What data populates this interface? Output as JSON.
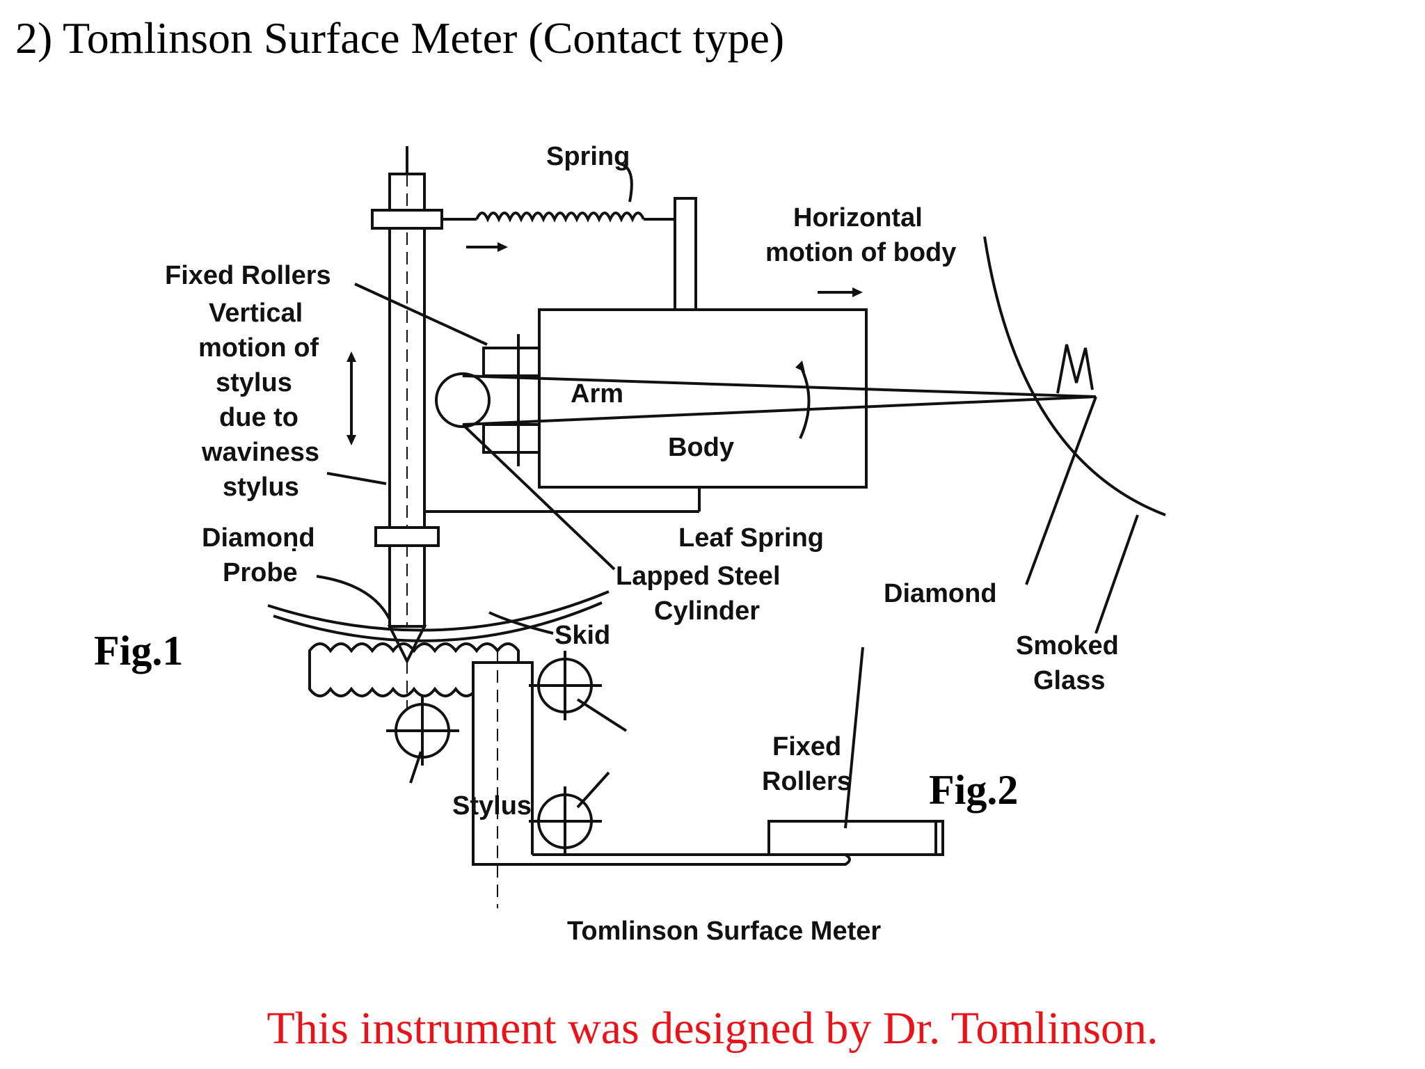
{
  "title": "2) Tomlinson Surface Meter (Contact type)",
  "caption": {
    "text": "This instrument was designed by Dr. Tomlinson.",
    "color": "#e8141a"
  },
  "figure1": {
    "label": "Fig.1",
    "labels": {
      "spring": "Spring",
      "horizontal_1": "Horizontal",
      "horizontal_2": "motion of body",
      "fixed_rollers": "Fixed  Rollers",
      "vertical_1": "Vertical",
      "vertical_2": "motion of",
      "vertical_3": "stylus",
      "vertical_4": "due to",
      "vertical_5": "waviness",
      "vertical_6": "stylus",
      "arm": "Arm",
      "body": "Body",
      "diamond_probe_1": "Diamond",
      "diamond_probe_2": "Probe",
      "leaf_spring": "Leaf  Spring",
      "lapped_1": "Lapped Steel",
      "lapped_2": "Cylinder",
      "skid": "Skid",
      "diamond": "Diamond",
      "smoked_1": "Smoked",
      "smoked_2": "Glass"
    }
  },
  "figure2": {
    "label": "Fig.2",
    "labels": {
      "fixed_1": "Fixed",
      "fixed_2": "Rollers",
      "stylus": "Stylus",
      "caption": "Tomlinson Surface Meter"
    }
  }
}
